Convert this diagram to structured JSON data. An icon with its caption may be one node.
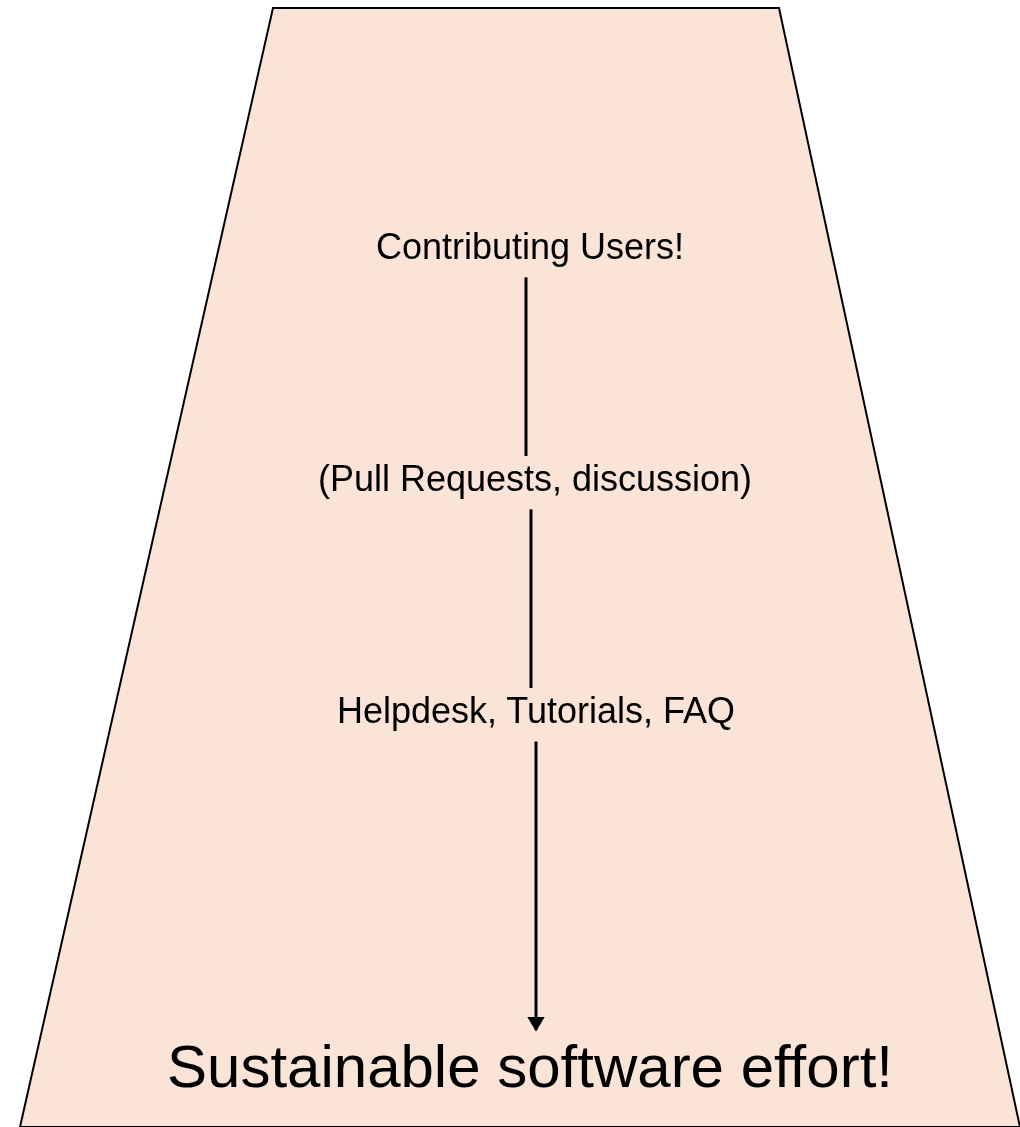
{
  "diagram": {
    "nodes": [
      {
        "text": [],
        "shape": "trapezoid"
      },
      {
        "text": [
          "Contributing Users!"
        ],
        "in": 0
      },
      {
        "text": [
          "(Pull Requests, discussion)"
        ],
        "in": 0
      },
      {
        "text": [
          "Helpdesk, Tutorials, FAQ"
        ],
        "in": 0
      },
      {
        "text": [
          "Sustainable software effort!"
        ],
        "in": 0
      }
    ],
    "edges": [
      {
        "from": 1,
        "to": 2,
        "arrow": "none"
      },
      {
        "from": 2,
        "to": 3,
        "arrow": "none"
      },
      {
        "from": 3,
        "to": 4,
        "arrow": "to"
      }
    ]
  }
}
